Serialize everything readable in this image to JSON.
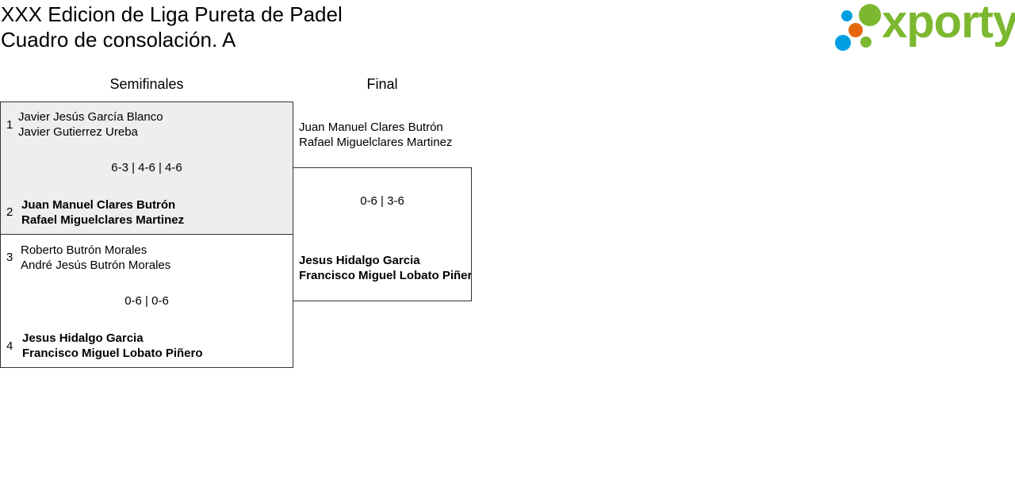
{
  "header": {
    "title_line1": "XXX Edicion de Liga Pureta de Padel",
    "title_line2": "Cuadro de consolación. A",
    "logo_text": "xporty"
  },
  "colors": {
    "green": "#7cb82f",
    "blue": "#009fe3",
    "orange": "#e5690c",
    "highlight": "#eeeeee"
  },
  "rounds": [
    "Semifinales",
    "Final"
  ],
  "semis": [
    {
      "seed1": "1",
      "team1": [
        "Javier Jesús García Blanco",
        "Javier Gutierrez Ureba"
      ],
      "score": "6-3 | 4-6 | 4-6",
      "seed2": "2",
      "team2": [
        "Juan Manuel Clares Butrón",
        "Rafael Miguelclares Martinez"
      ]
    },
    {
      "seed1": "3",
      "team1": [
        "Roberto Butrón Morales",
        "André Jesús Butrón Morales"
      ],
      "score": "0-6 | 0-6",
      "seed2": "4",
      "team2": [
        "Jesus Hidalgo Garcia",
        "Francisco Miguel Lobato Piñero"
      ]
    }
  ],
  "final": {
    "team1": [
      "Juan Manuel Clares Butrón",
      "Rafael Miguelclares Martinez"
    ],
    "score": "0-6 | 3-6",
    "team2": [
      "Jesus Hidalgo Garcia",
      "Francisco Miguel Lobato Piñero"
    ]
  }
}
